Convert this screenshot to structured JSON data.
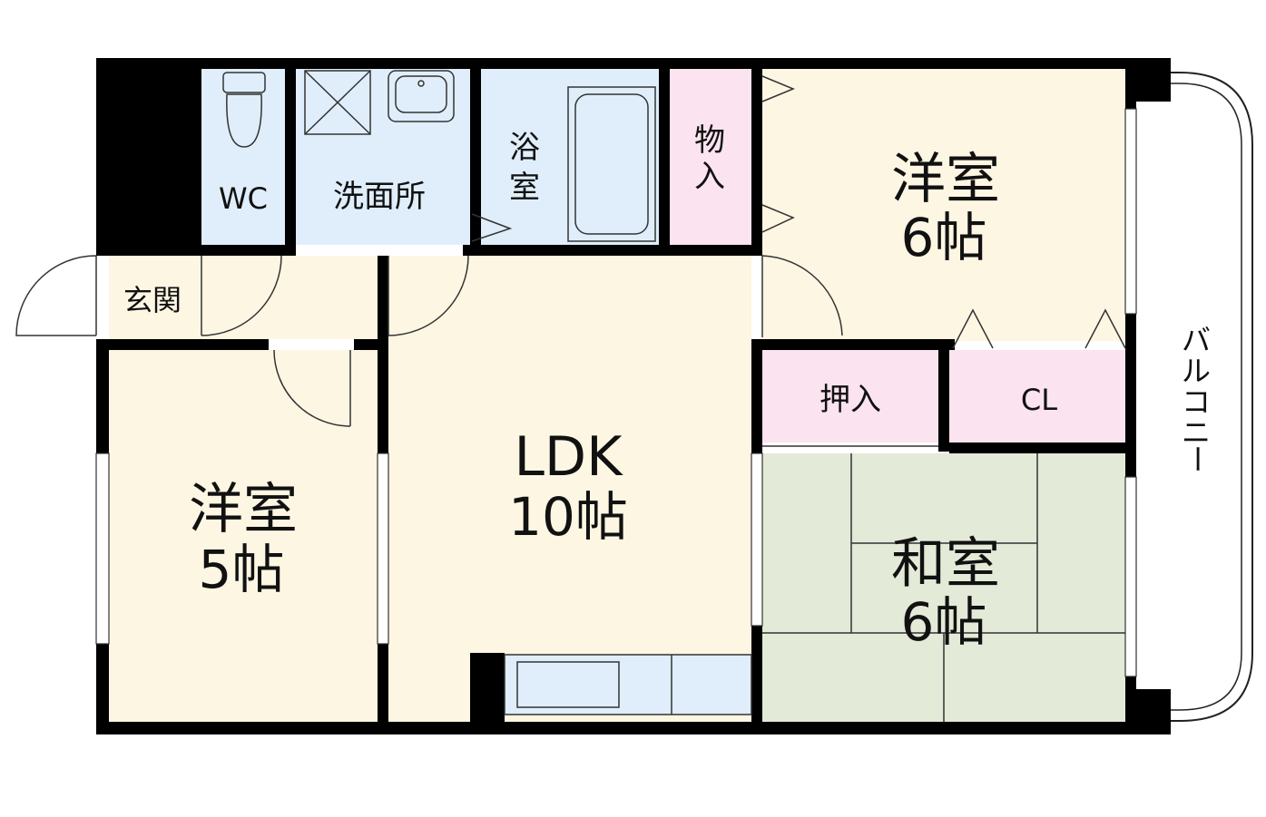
{
  "rooms": {
    "wc": "WC",
    "washroom": "洗面所",
    "bath": [
      "浴",
      "室"
    ],
    "storage": [
      "物",
      "入"
    ],
    "entrance": "玄関",
    "western_6": {
      "name": "洋室",
      "size": "6帖"
    },
    "oshiire": "押入",
    "closet": "CL",
    "ldk": {
      "name": "LDK",
      "size": "10帖"
    },
    "western_5": {
      "name": "洋室",
      "size": "5帖"
    },
    "japanese_6": {
      "name": "和室",
      "size": "6帖"
    },
    "balcony": [
      "バ",
      "ル",
      "コ",
      "ニ",
      "ー"
    ]
  },
  "colors": {
    "wet_area": "#dfeefa",
    "storage": "#fbe3ef",
    "dry_room": "#fdf6e3",
    "tatami": "#e3ead8",
    "wall": "#000000"
  }
}
